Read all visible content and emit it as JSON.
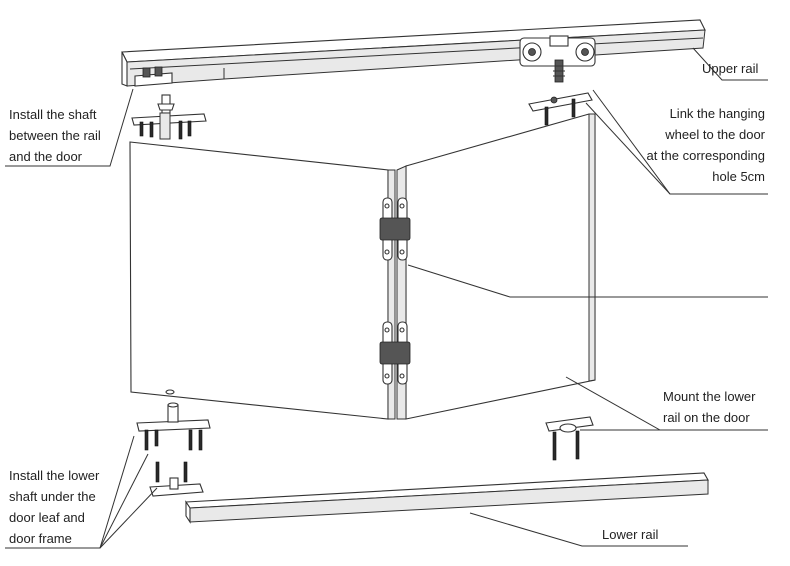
{
  "labels": {
    "upper_rail": "Upper rail",
    "install_shaft": "Install the shaft\nbetween the rail\nand the door",
    "link_wheel": "Link the hanging\nwheel to the door\nat the corresponding\nhole 5cm",
    "mount_lower": "Mount the lower\nrail on the door",
    "install_lower_shaft": "Install the lower\nshaft under the\ndoor leaf and\ndoor frame",
    "lower_rail": "Lower rail"
  }
}
